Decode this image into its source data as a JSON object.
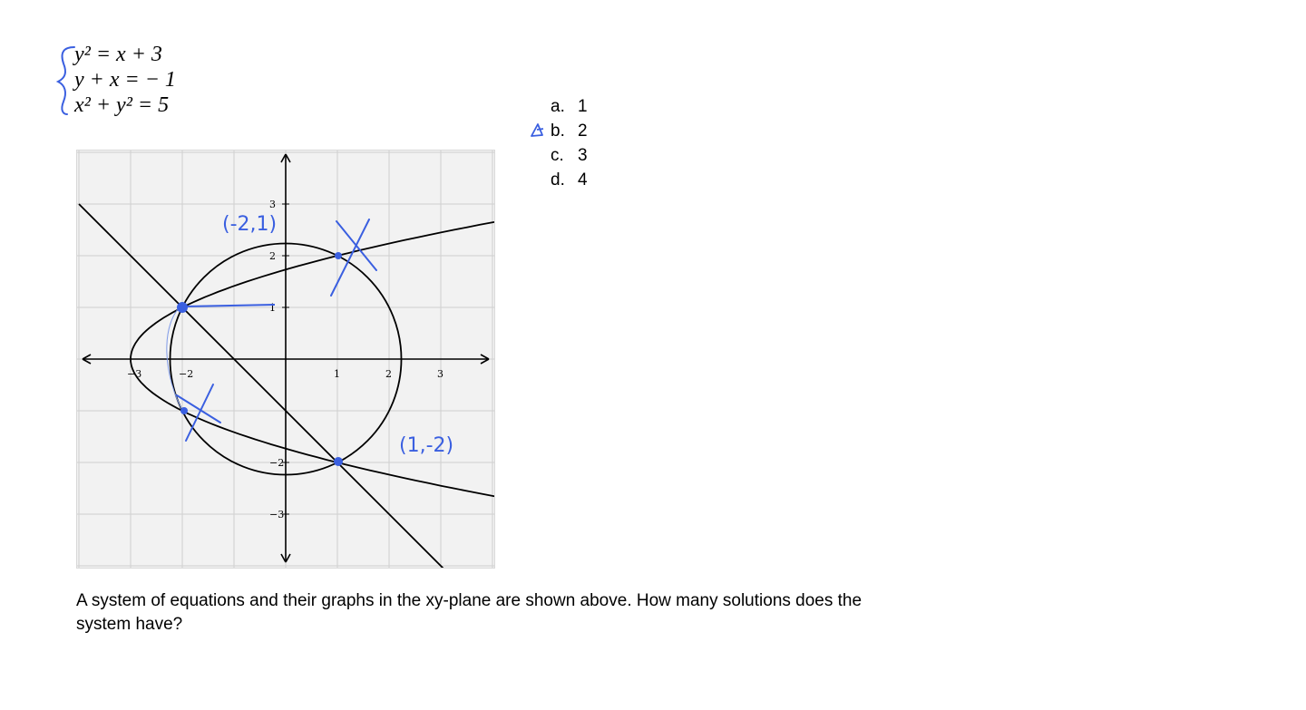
{
  "equations": [
    {
      "lhs": "y² = x + 3"
    },
    {
      "lhs": "y + x = − 1"
    },
    {
      "lhs": "x² + y² = 5"
    }
  ],
  "choices": [
    {
      "letter": "a.",
      "value": "1"
    },
    {
      "letter": "b.",
      "value": "2",
      "marked": true
    },
    {
      "letter": "c.",
      "value": "3"
    },
    {
      "letter": "d.",
      "value": "4"
    }
  ],
  "graph": {
    "x_ticks": [
      "−3",
      "−2",
      "1",
      "2",
      "3"
    ],
    "y_ticks": [
      "3",
      "2",
      "1",
      "−2",
      "−3"
    ],
    "annotations": {
      "point_upper_left": "(-2,1)",
      "point_lower_right": "(1,-2)"
    },
    "ink_color": "#3a5fe0"
  },
  "question": "A system of equations and their graphs in the xy-plane are shown above. How many solutions does the system have?"
}
